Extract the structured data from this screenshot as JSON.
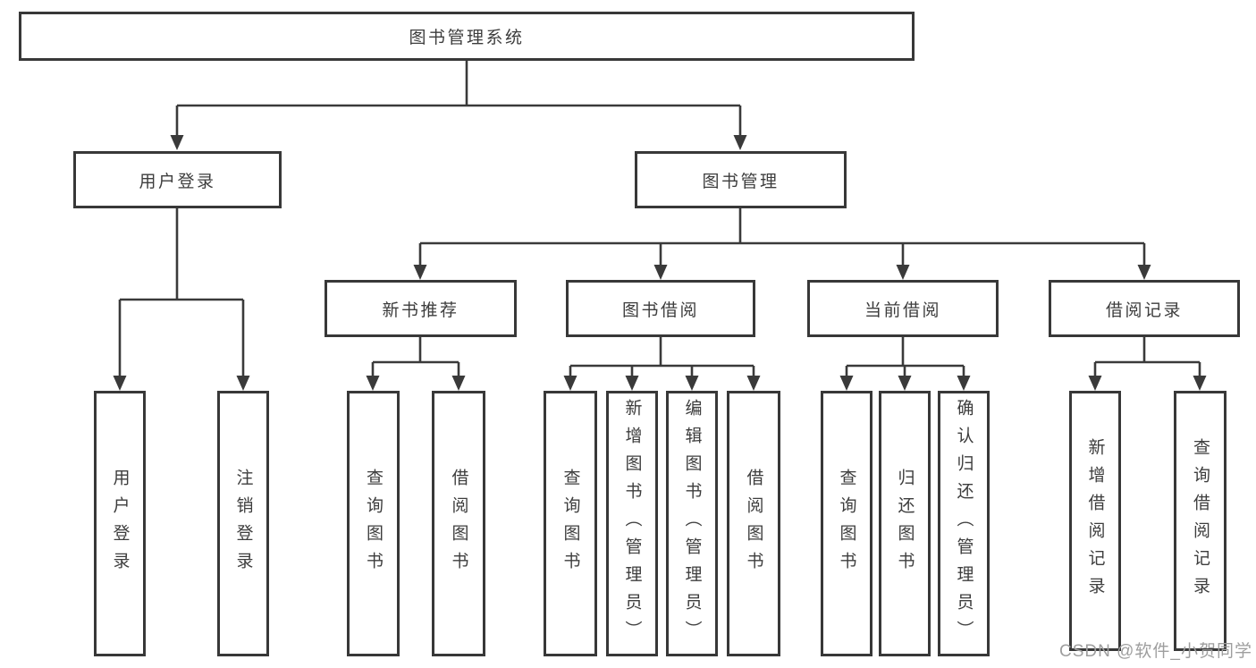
{
  "diagram": {
    "root": "图书管理系统",
    "level2": {
      "user_login": "用户登录",
      "book_management": "图书管理"
    },
    "level3": {
      "new_book": "新书推荐",
      "book_borrow": "图书借阅",
      "current_borrow": "当前借阅",
      "borrow_records": "借阅记录"
    },
    "leaves": {
      "user_login": [
        "用户登录",
        "注销登录"
      ],
      "new_book": [
        "查询图书",
        "借阅图书"
      ],
      "book_borrow": [
        "查询图书",
        "新增图书（管理员）",
        "编辑图书（管理员）",
        "借阅图书"
      ],
      "current_borrow": [
        "查询图书",
        "归还图书",
        "确认归还（管理员）"
      ],
      "borrow_records": [
        "新增借阅记录",
        "查询借阅记录"
      ]
    }
  },
  "watermark": "CSDN @软件_小贺同学",
  "colors": {
    "line": "#3a3a3a",
    "box_border": "#383838",
    "text": "#3d3d3d",
    "watermark": "#9e9e9e",
    "background": "#ffffff"
  }
}
